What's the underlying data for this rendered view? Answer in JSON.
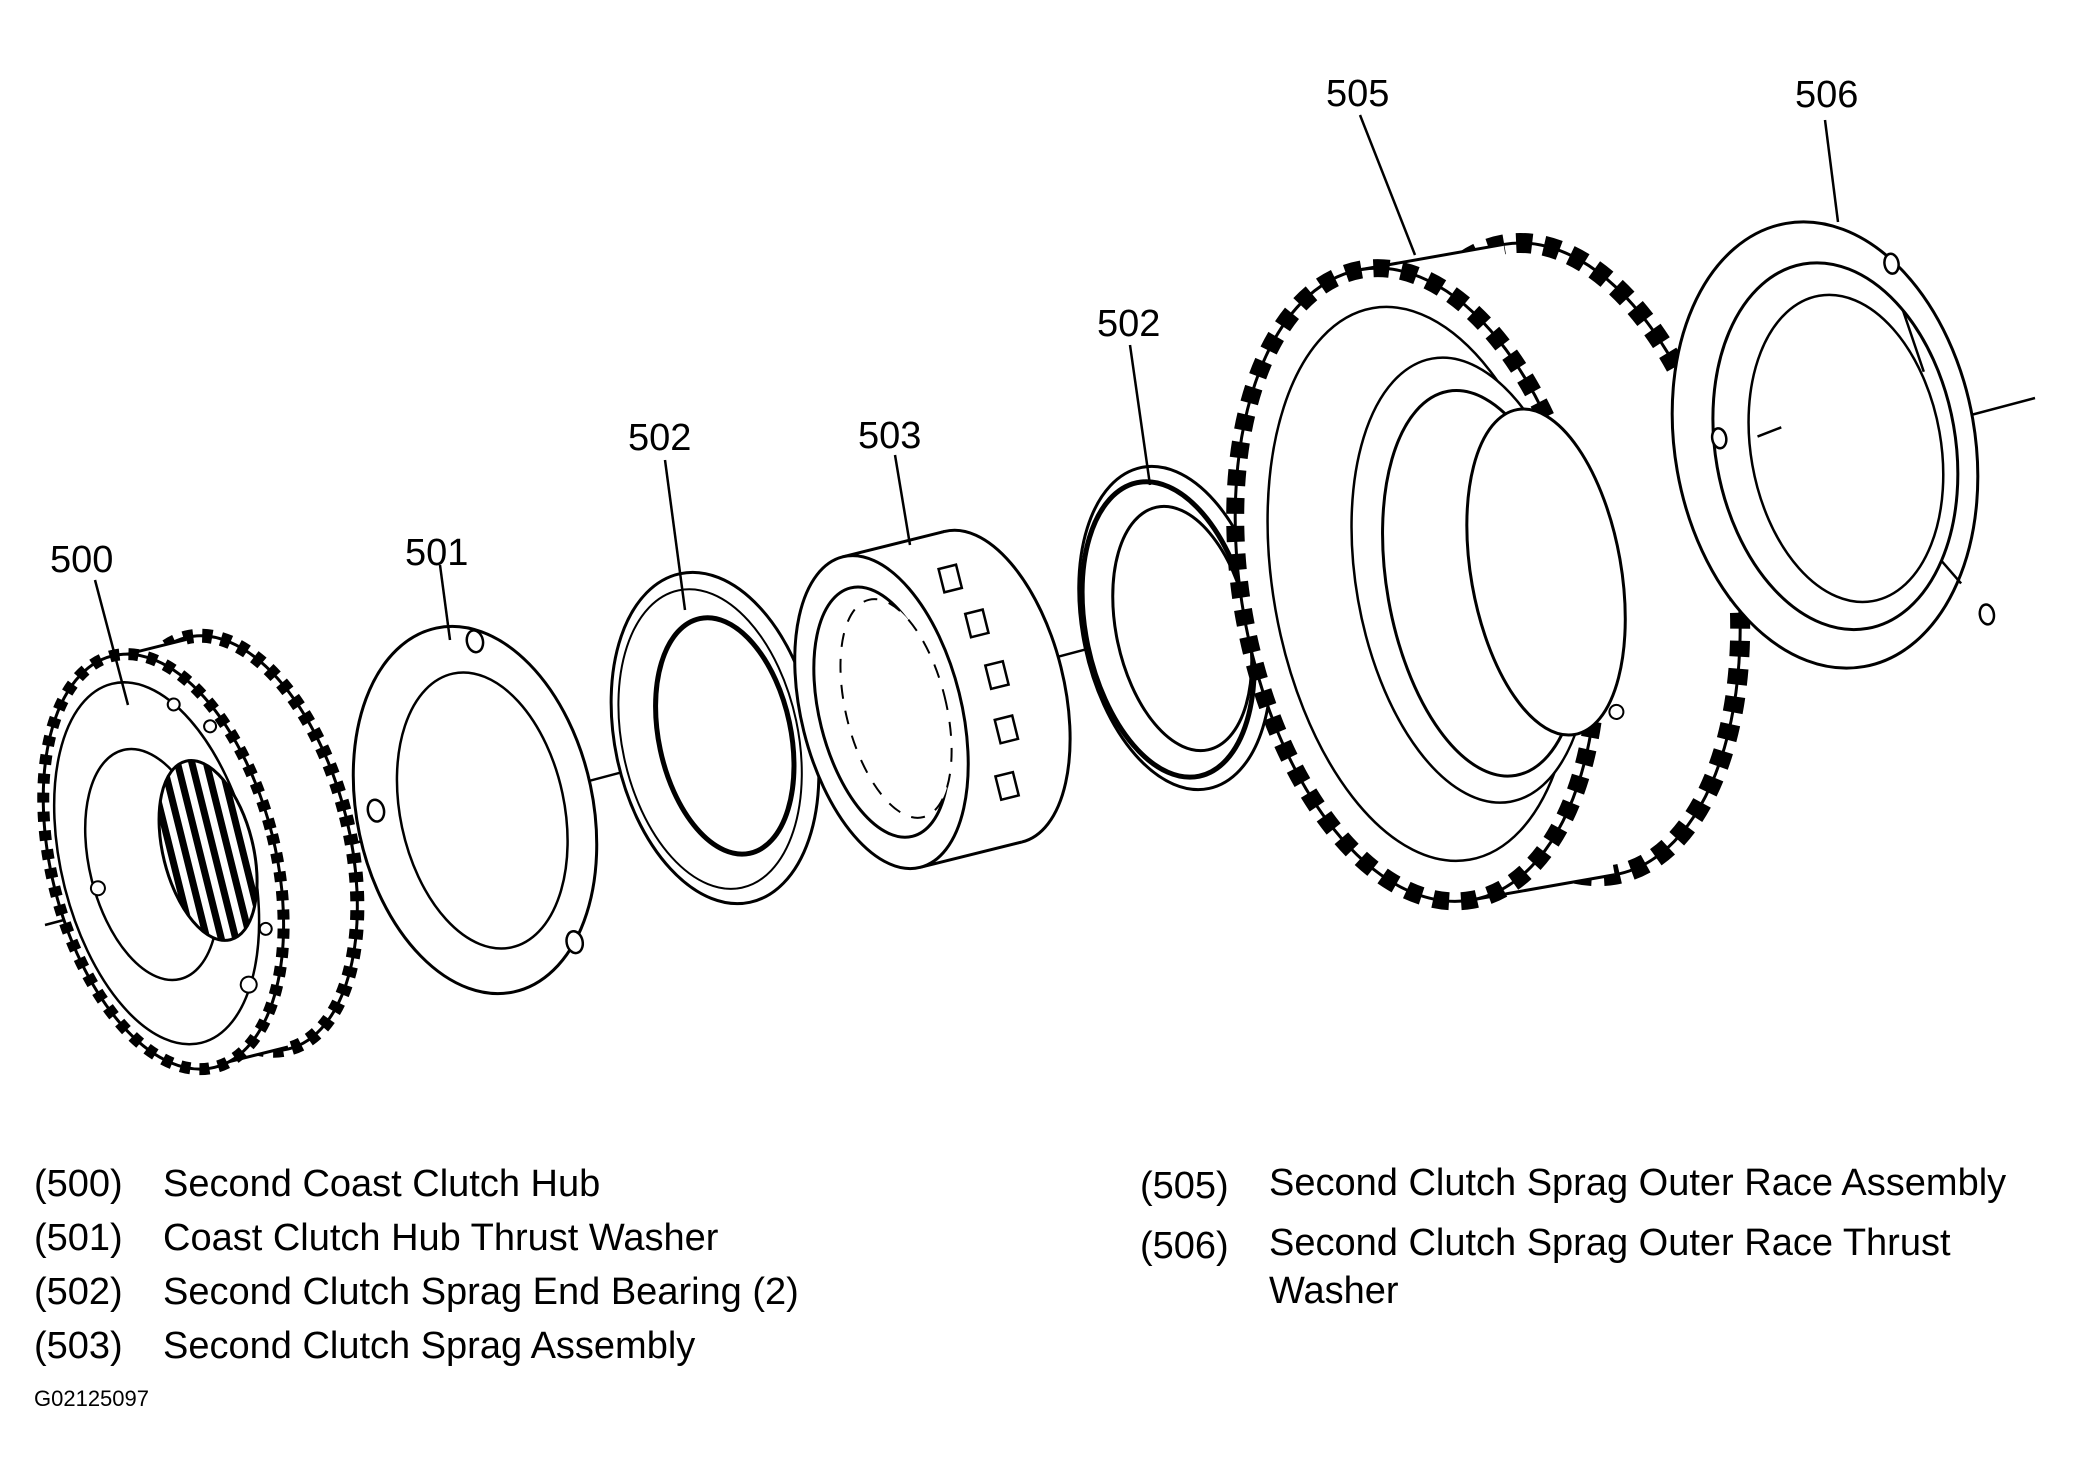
{
  "figure_id": "G02125097",
  "callouts": [
    "500",
    "501",
    "502",
    "503",
    "502",
    "505",
    "506"
  ],
  "legend": {
    "left": [
      {
        "code": "(500)",
        "text": "Second Coast Clutch Hub"
      },
      {
        "code": "(501)",
        "text": "Coast Clutch Hub Thrust Washer"
      },
      {
        "code": "(502)",
        "text": "Second Clutch Sprag End Bearing (2)"
      },
      {
        "code": "(503)",
        "text": "Second Clutch Sprag Assembly"
      }
    ],
    "right": [
      {
        "code": "(505)",
        "text": "Second Clutch Sprag Outer Race Assembly"
      },
      {
        "code": "(506)",
        "text": "Second Clutch Sprag Outer Race Thrust Washer"
      }
    ]
  }
}
